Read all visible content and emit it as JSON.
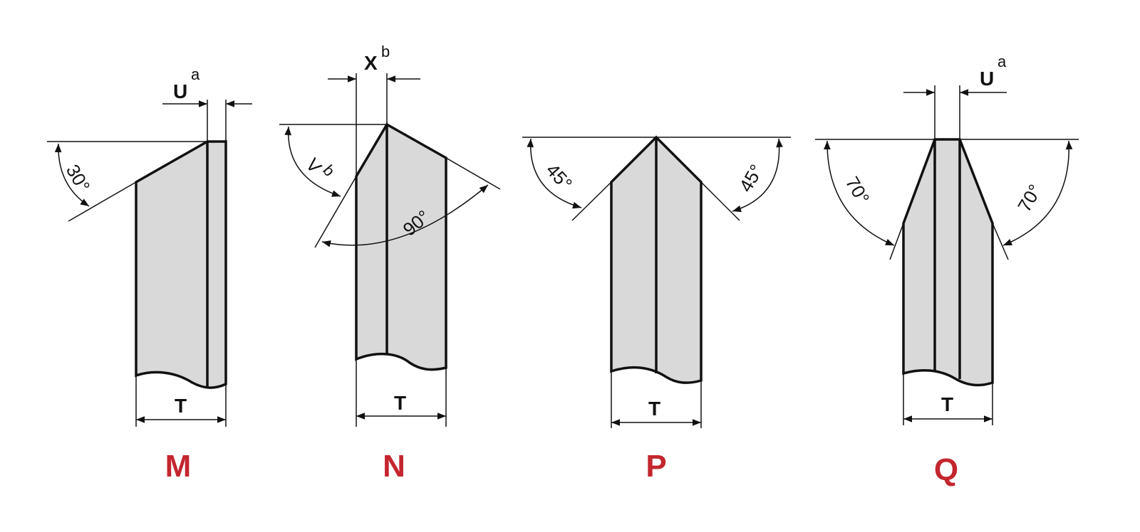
{
  "accent_color": "#c4262e",
  "tools": [
    {
      "id": "M",
      "label": "M",
      "angles": [
        "30°"
      ],
      "dim_top": {
        "letter": "U",
        "sup": "a"
      },
      "width_label": "T"
    },
    {
      "id": "N",
      "label": "N",
      "angles": [
        "V",
        "90°"
      ],
      "angle_sup": "b",
      "dim_top": {
        "letter": "X",
        "sup": "b"
      },
      "width_label": "T"
    },
    {
      "id": "P",
      "label": "P",
      "angles": [
        "45°",
        "45°"
      ],
      "width_label": "T"
    },
    {
      "id": "Q",
      "label": "Q",
      "angles": [
        "70°",
        "70°"
      ],
      "dim_top": {
        "letter": "U",
        "sup": "a"
      },
      "width_label": "T"
    }
  ]
}
